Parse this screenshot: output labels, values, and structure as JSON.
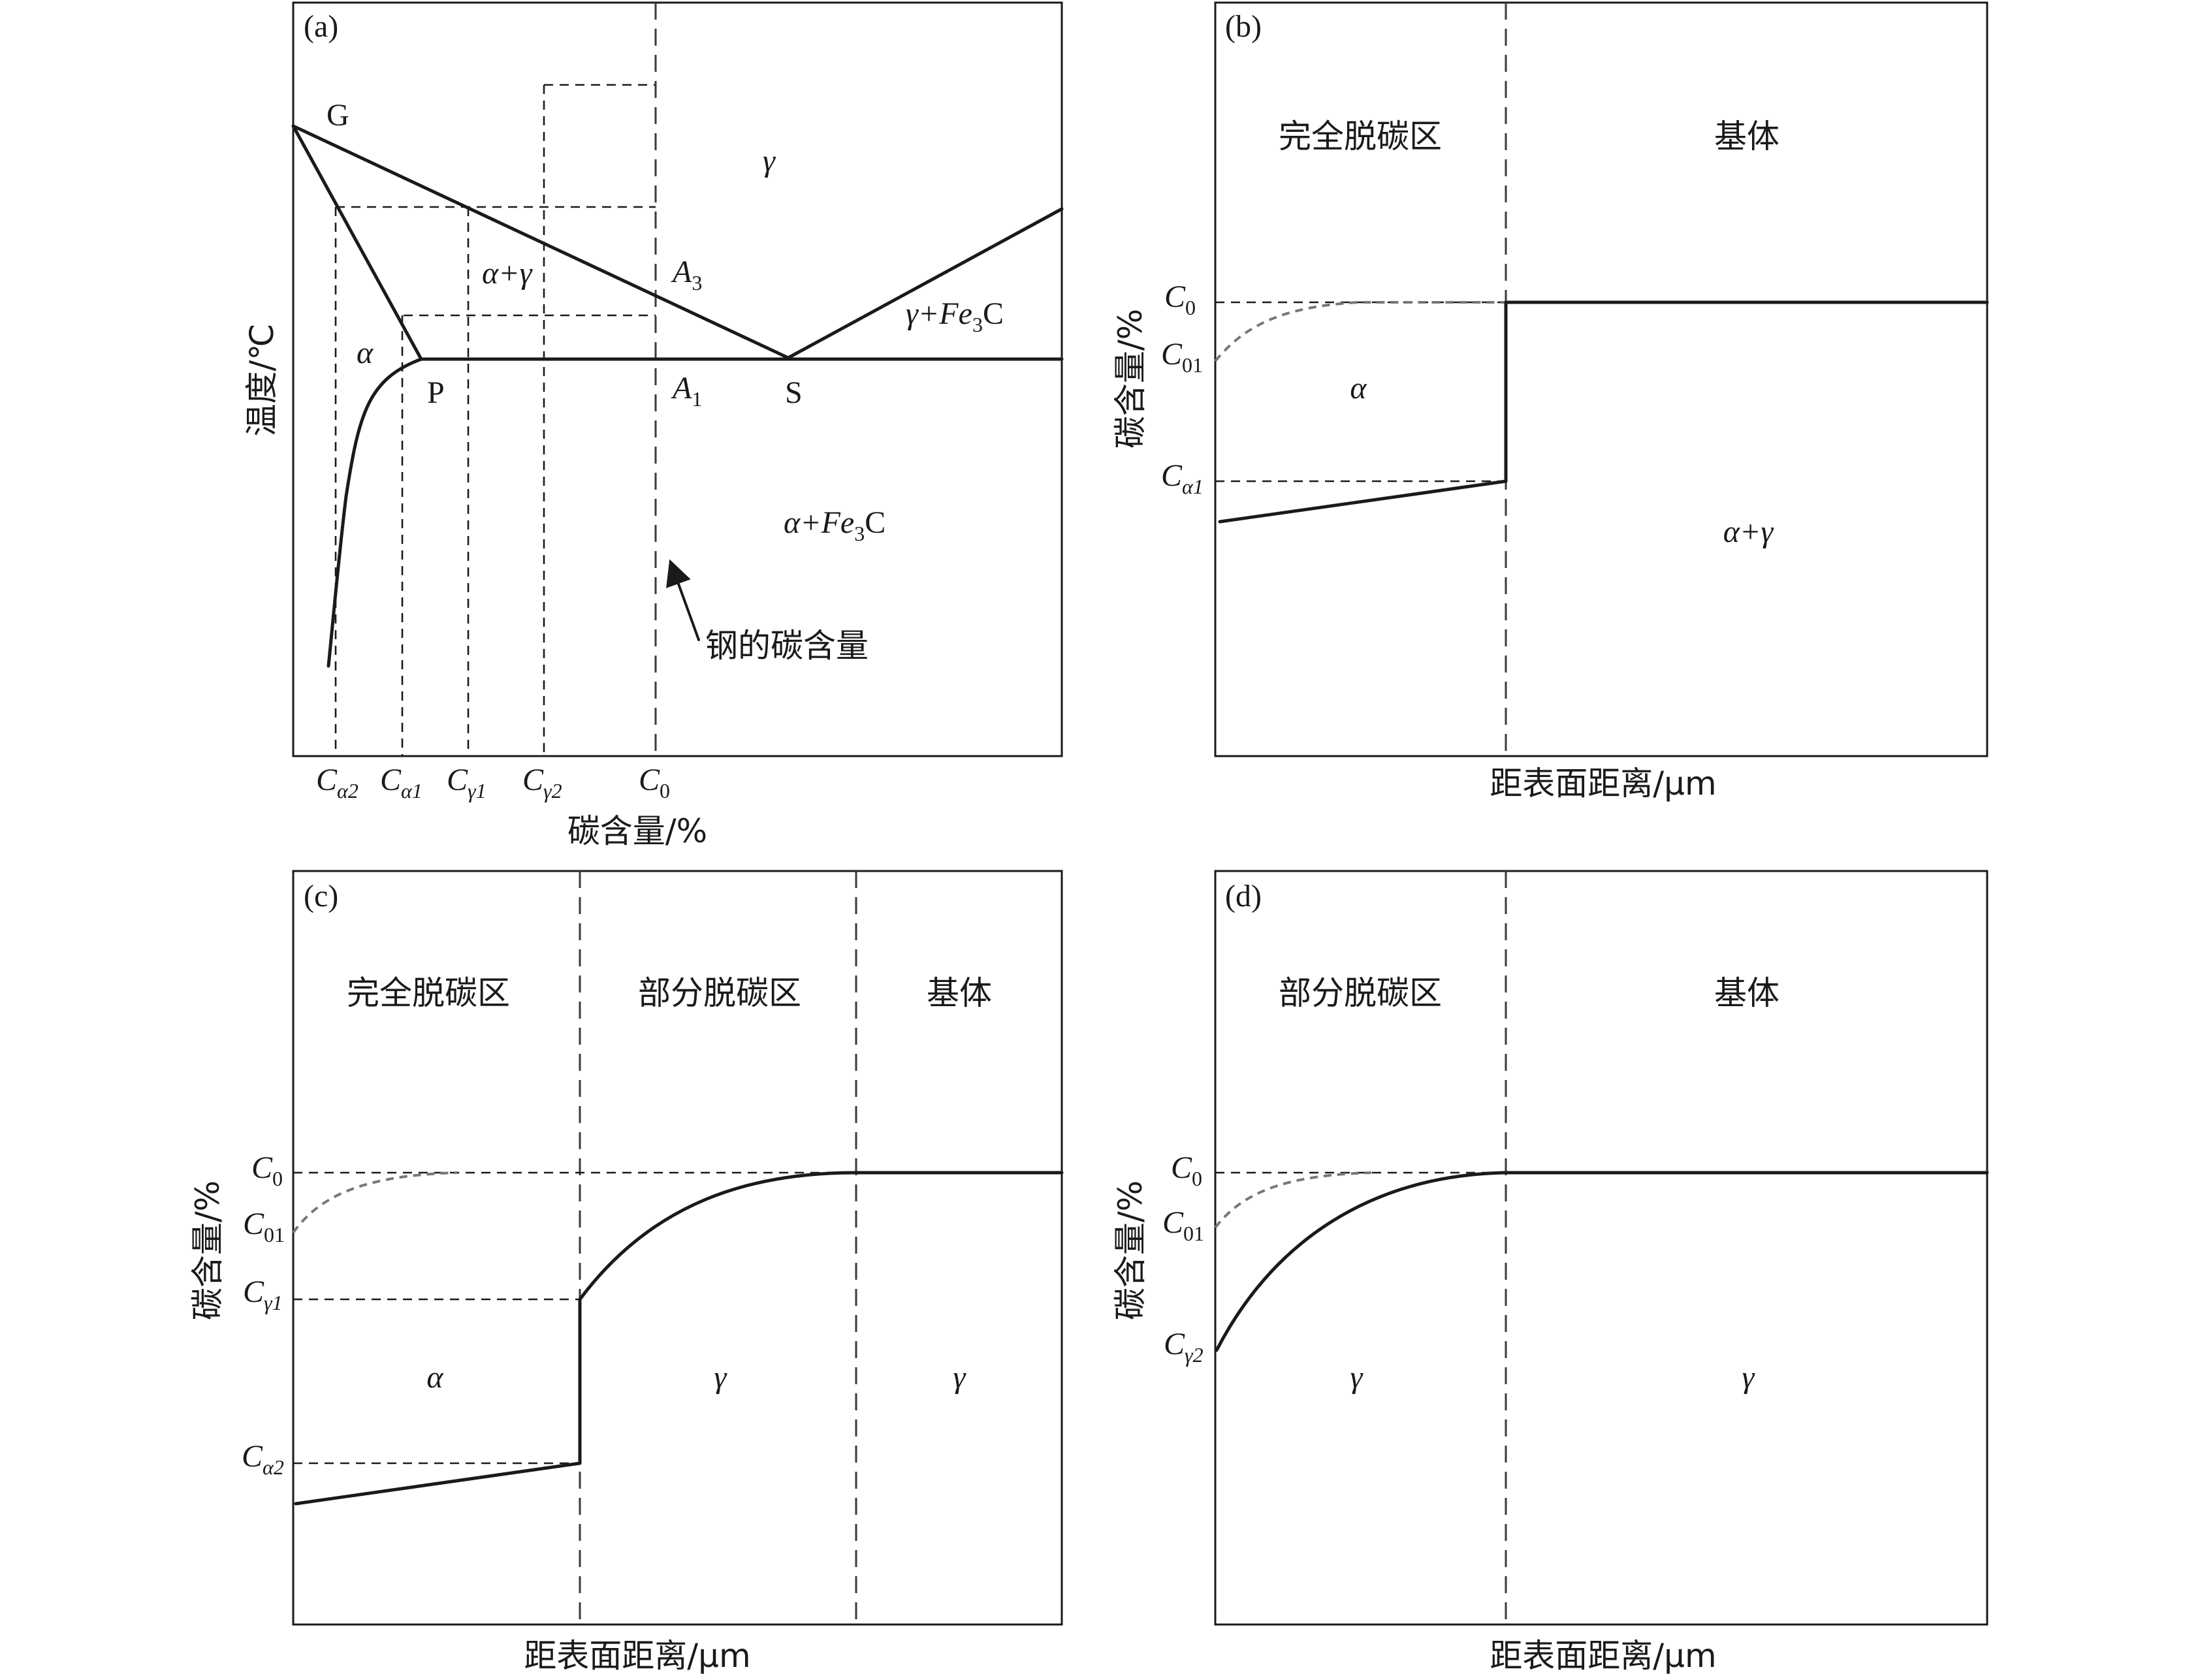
{
  "panel_a": {
    "tag": "(a)",
    "point_g": "G",
    "point_p": "P",
    "point_s": "S",
    "gamma": "γ",
    "alpha_gamma": "α+γ",
    "alpha": "α",
    "gamma_fe3c": "γ+Fe",
    "gamma_fe3c_sub": "3",
    "gamma_fe3c_tail": "C",
    "alpha_fe3c": "α+Fe",
    "alpha_fe3c_sub": "3",
    "alpha_fe3c_tail": "C",
    "a3_main": "A",
    "a3_sub": "3",
    "a1_main": "A",
    "a1_sub": "1",
    "ylabel": "温度/℃",
    "xlabel": "碳含量/%",
    "annotation": "钢的碳含量",
    "ticks": [
      {
        "main": "C",
        "sub": "α2"
      },
      {
        "main": "C",
        "sub": "α1"
      },
      {
        "main": "C",
        "sub": "γ1"
      },
      {
        "main": "C",
        "sub": "γ2"
      },
      {
        "main": "C",
        "sub": "0"
      }
    ]
  },
  "panel_b": {
    "tag": "(b)",
    "zone_left": "完全脱碳区",
    "zone_right": "基体",
    "phase_left": "α",
    "phase_right": "α+γ",
    "ylabel": "碳含量/%",
    "xlabel": "距表面距离/μm",
    "ticks": [
      {
        "main": "C",
        "sub": "0"
      },
      {
        "main": "C",
        "sub": "01"
      },
      {
        "main": "C",
        "sub": "α1"
      }
    ]
  },
  "panel_c": {
    "tag": "(c)",
    "zone_left": "完全脱碳区",
    "zone_mid": "部分脱碳区",
    "zone_right": "基体",
    "phase_left": "α",
    "phase_mid": "γ",
    "phase_right": "γ",
    "ylabel": "碳含量/%",
    "xlabel": "距表面距离/μm",
    "ticks": [
      {
        "main": "C",
        "sub": "0"
      },
      {
        "main": "C",
        "sub": "01"
      },
      {
        "main": "C",
        "sub": "γ1"
      },
      {
        "main": "C",
        "sub": "α2"
      }
    ]
  },
  "panel_d": {
    "tag": "(d)",
    "zone_left": "部分脱碳区",
    "zone_right": "基体",
    "phase_left": "γ",
    "phase_right": "γ",
    "ylabel": "碳含量/%",
    "xlabel": "距表面距离/μm",
    "ticks": [
      {
        "main": "C",
        "sub": "0"
      },
      {
        "main": "C",
        "sub": "01"
      },
      {
        "main": "C",
        "sub": "γ2"
      }
    ]
  },
  "colors": {
    "ink": "#1a1a1a",
    "dashed_curve": "#777777",
    "background": "#ffffff"
  }
}
